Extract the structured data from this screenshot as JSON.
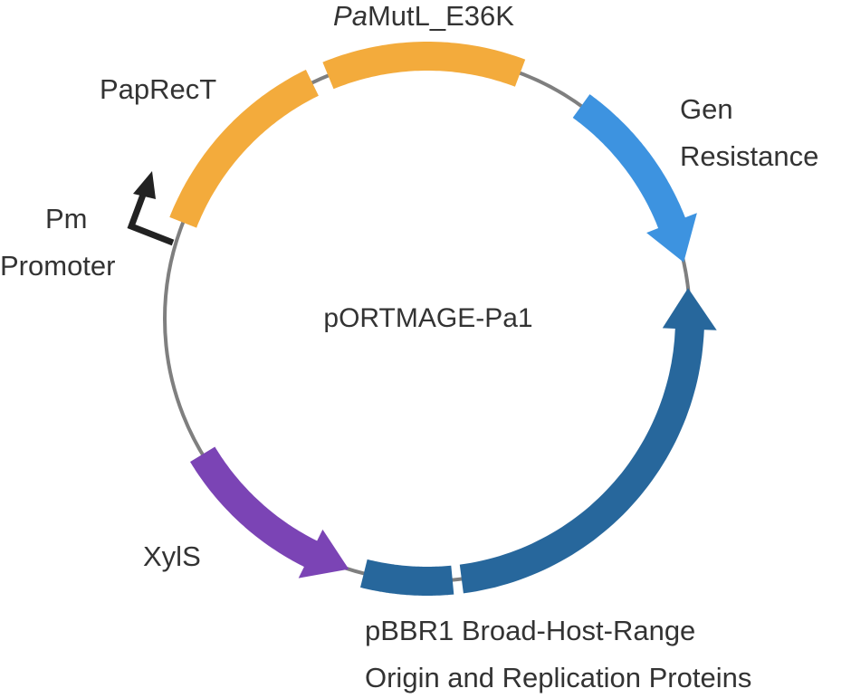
{
  "plasmid": {
    "name": "pORTMAGE-Pa1",
    "backbone_color": "#7f7f7f"
  },
  "features": [
    {
      "id": "paprect",
      "label": [
        "PapRecT"
      ],
      "type": "block",
      "color": "#f3ab3c",
      "start_deg": 291.5,
      "end_deg": 334
    },
    {
      "id": "pamutl",
      "label_italic": "Pa",
      "label_rest": "MutL_E36K",
      "type": "block",
      "color": "#f3ab3c",
      "start_deg": 337.8,
      "end_deg": 20.7
    },
    {
      "id": "gen-resistance",
      "label": [
        "Gen",
        "Resistance"
      ],
      "type": "arrow-cw",
      "color": "#3d93e0",
      "start_deg": 35.9,
      "end_deg": 77.6
    },
    {
      "id": "pbbr1-rep",
      "type": "arrow-ccw",
      "color": "#27679c",
      "start_deg": 172.5,
      "end_deg": 83.3
    },
    {
      "id": "pbbr1-ori",
      "type": "block",
      "color": "#27679c",
      "start_deg": 174.5,
      "end_deg": 194
    },
    {
      "id": "xyls",
      "label": [
        "XylS"
      ],
      "type": "arrow-ccw",
      "color": "#7b44b5",
      "start_deg": 238.9,
      "end_deg": 197.4
    }
  ],
  "labels": {
    "paprect": "PapRecT",
    "pamutl_italic": "Pa",
    "pamutl_rest": "MutL_E36K",
    "gen_line1": "Gen",
    "gen_line2": "Resistance",
    "pm_line1": "Pm",
    "pm_line2": "Promoter",
    "xyls": "XylS",
    "pbbr1_line1": "pBBR1 Broad-Host-Range",
    "pbbr1_line2": "Origin and Replication Proteins"
  },
  "promoter": {
    "label": "Pm Promoter",
    "color": "#222222"
  }
}
